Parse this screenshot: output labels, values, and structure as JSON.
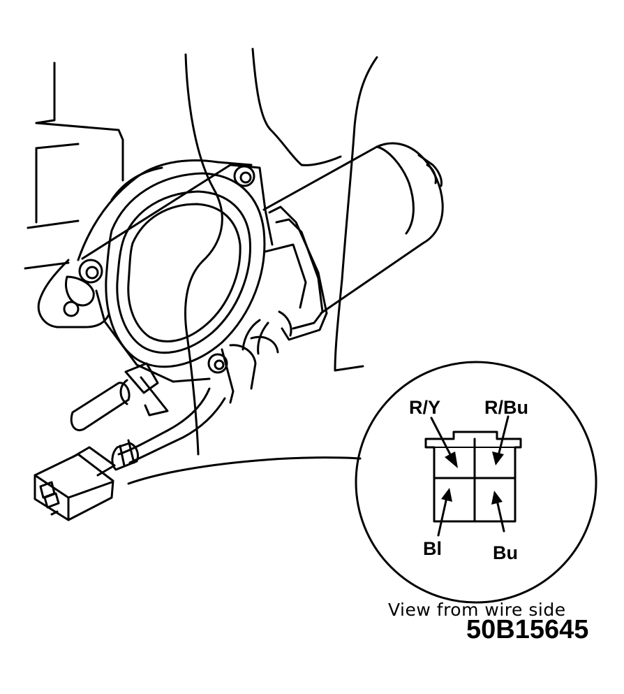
{
  "connector_view": {
    "pins": {
      "top_left": "R/Y",
      "top_right": "R/Bu",
      "bottom_left": "Bl",
      "bottom_right": "Bu"
    },
    "caption": "View from wire side"
  },
  "figure_code": "50B15645"
}
